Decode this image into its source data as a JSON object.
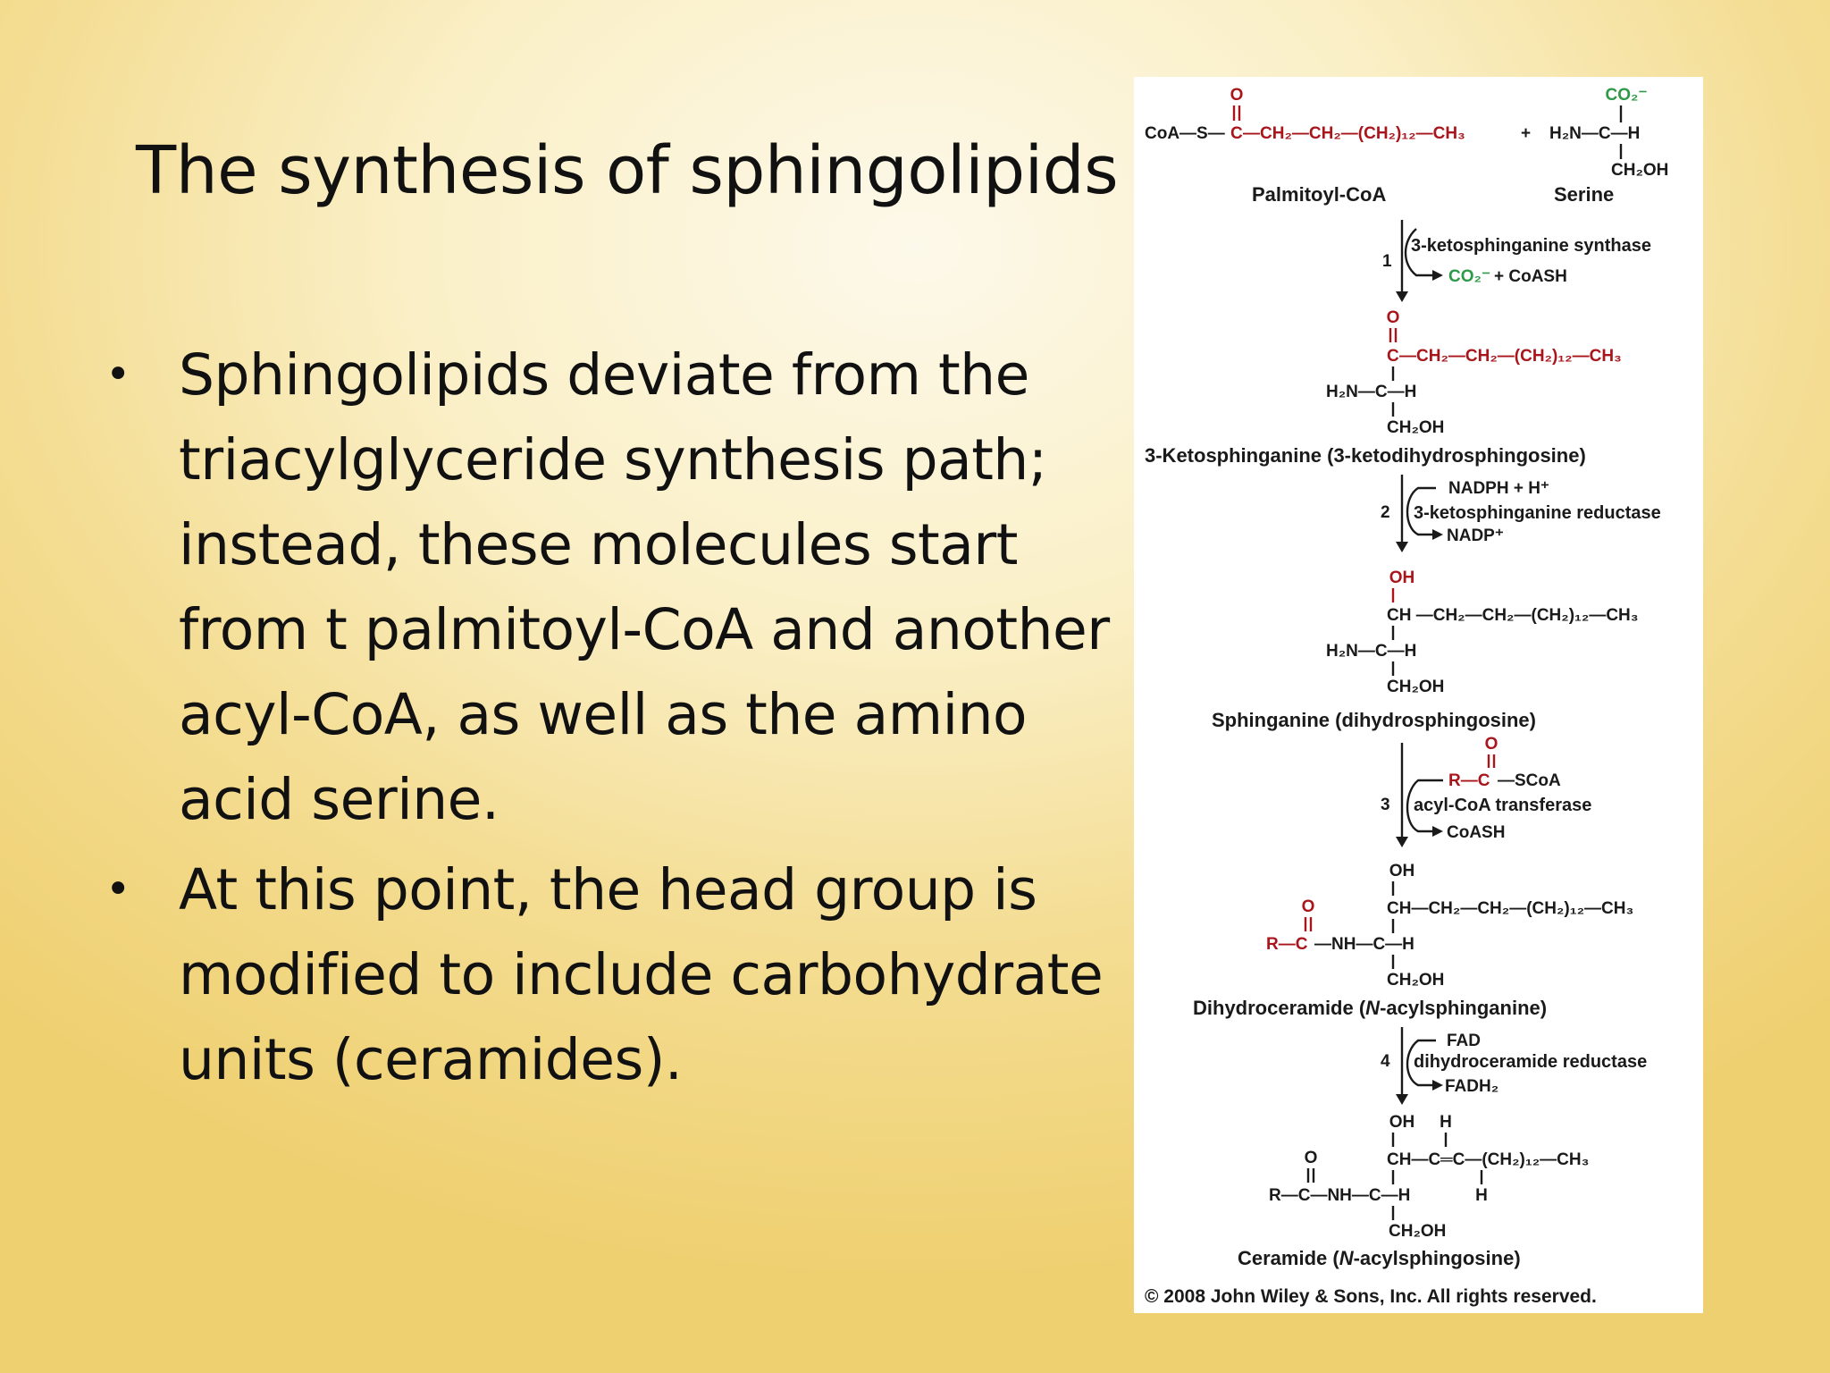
{
  "slide": {
    "title": "The synthesis of sphingolipids",
    "bullets": [
      {
        "symbol": "•",
        "text": "Sphingolipids deviate from the triacylglyceride synthesis path; instead, these molecules start from t palmitoyl-CoA and another acyl-CoA, as well as the amino acid serine."
      },
      {
        "symbol": "•",
        "text": "At this point, the head group is modified to include carbohydrate units (ceramides)."
      }
    ]
  },
  "figure": {
    "colors": {
      "black": "#1a1a1a",
      "red": "#a8161c",
      "green": "#2e9a47",
      "panel": "#ffffff"
    },
    "substrates": {
      "palmitoyl_coa": {
        "chain_start": "CoA—S—",
        "carbonyl": "C",
        "oxygen": "O",
        "chain_end": "—CH₂—CH₂—(CH₂)₁₂—CH₃",
        "name": "Palmitoyl-CoA"
      },
      "plus": "+",
      "serine": {
        "carboxylate": "CO₂⁻",
        "amine": "H₂N—C—H",
        "side_chain": "CH₂OH",
        "name": "Serine"
      }
    },
    "steps": [
      {
        "number": "1",
        "enzyme": "3-ketosphinganine synthase",
        "products": [
          {
            "text": "CO₂⁻",
            "color": "green"
          },
          {
            "text": "+ CoASH",
            "color": "black"
          }
        ]
      },
      {
        "number": "2",
        "cofactor_in": "NADPH + H⁺",
        "enzyme": "3-ketosphinganine reductase",
        "cofactor_out": "NADP⁺"
      },
      {
        "number": "3",
        "substrate_r": "R—C",
        "substrate_o": "O",
        "substrate_rest": "—SCoA",
        "enzyme": "acyl-CoA transferase",
        "product": "CoASH"
      },
      {
        "number": "4",
        "cofactor_in": "FAD",
        "enzyme": "dihydroceramide reductase",
        "cofactor_out": "FADH₂"
      }
    ],
    "intermediates": {
      "ketosphinganine": {
        "oxygen": "O",
        "carbonyl": "C",
        "chain": "—CH₂—CH₂—(CH₂)₁₂—CH₃",
        "amine": "H₂N—C—H",
        "side_chain": "CH₂OH",
        "name": "3-Ketosphinganine (3-ketodihydrosphingosine)"
      },
      "sphinganine": {
        "hydroxyl": "OH",
        "chain": "CH —CH₂—CH₂—(CH₂)₁₂—CH₃",
        "amine": "H₂N—C—H",
        "side_chain": "CH₂OH",
        "name": "Sphinganine (dihydrosphingosine)"
      },
      "dihydroceramide": {
        "hydroxyl": "OH",
        "chain": "CH—CH₂—CH₂—(CH₂)₁₂—CH₃",
        "oxygen": "O",
        "acyl": "R—C",
        "amide": "—NH—C—H",
        "side_chain": "CH₂OH",
        "name_prefix": "Dihydroceramide (",
        "name_italic": "N",
        "name_suffix": "-acylsphinganine)"
      },
      "ceramide": {
        "hydroxyl": "OH",
        "hydrogen_top": "H",
        "chain": "CH—C═C—(CH₂)₁₂—CH₃",
        "hydrogen_bottom": "H",
        "oxygen": "O",
        "amide": "R—C—NH—C—H",
        "side_chain": "CH₂OH",
        "name_prefix": "Ceramide (",
        "name_italic": "N",
        "name_suffix": "-acylsphingosine)"
      }
    },
    "copyright": "© 2008 John Wiley & Sons, Inc. All rights reserved."
  }
}
